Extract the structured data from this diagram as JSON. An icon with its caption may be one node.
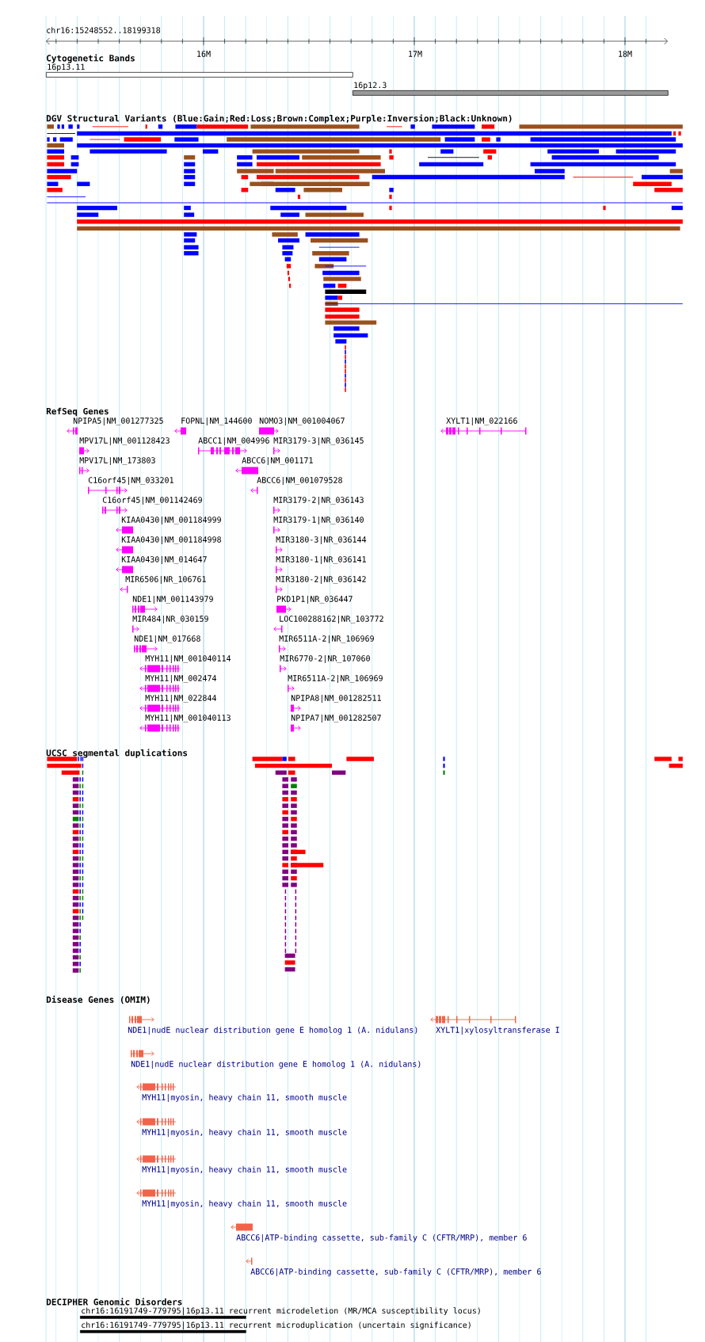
{
  "diagram": {
    "nodes": [
      {
        "text": [
          "16p13.11"
        ]
      },
      {
        "text": [
          "16p12.3"
        ]
      },
      {
        "text": [
          "chr16:16191749-779795|16p13.11 recurrent microdeletion (MR/MCA susceptibility locus)"
        ]
      },
      {
        "text": [
          "chr16:16191749-779795|16p13.11 recurrent microduplication (uncertain significance)"
        ]
      }
    ],
    "labels": [
      "chr16:15248552..18199318",
      "16M",
      "17M",
      "18M",
      "Cytogenetic Bands",
      "DGV Structural Variants (Blue:Gain;Red:Loss;Brown:Complex;Purple:Inversion;Black:Unknown)",
      "RefSeq Genes",
      "NPIPA5|NM_001277325",
      "FOPNL|NM_144600",
      "NOMO3|NM_001004067",
      "XYLT1|NM_022166",
      "MPV17L|NM_001128423",
      "ABCC1|NM_004996",
      "MIR3179-3|NR_036145",
      "MPV17L|NM_173803",
      "ABCC6|NM_001171",
      "C16orf45|NM_033201",
      "ABCC6|NM_001079528",
      "C16orf45|NM_001142469",
      "MIR3179-2|NR_036143",
      "KIAA0430|NM_001184999",
      "MIR3179-1|NR_036140",
      "KIAA0430|NM_001184998",
      "MIR3180-3|NR_036144",
      "KIAA0430|NM_014647",
      "MIR3180-1|NR_036141",
      "MIR6506|NR_106761",
      "MIR3180-2|NR_036142",
      "NDE1|NM_001143979",
      "PKD1P1|NR_036447",
      "MIR484|NR_030159",
      "LOC100288162|NR_103772",
      "NDE1|NM_017668",
      "MIR6511A-2|NR_106969",
      "MYH11|NM_001040114",
      "MIR6770-2|NR_107060",
      "MYH11|NM_002474",
      "MIR6511A-2|NR_106969",
      "MYH11|NM_022844",
      "NPIPA8|NM_001282511",
      "MYH11|NM_001040113",
      "NPIPA7|NM_001282507",
      "UCSC segmental duplications",
      "Disease Genes (OMIM)",
      "NDE1|nudE nuclear distribution gene E homolog 1 (A. nidulans)",
      "XYLT1|xylosyltransferase I",
      "NDE1|nudE nuclear distribution gene E homolog 1 (A. nidulans)",
      "MYH11|myosin, heavy chain 11, smooth muscle",
      "MYH11|myosin, heavy chain 11, smooth muscle",
      "MYH11|myosin, heavy chain 11, smooth muscle",
      "MYH11|myosin, heavy chain 11, smooth muscle",
      "ABCC6|ATP-binding cassette, sub-family C (CFTR/MRP), member 6",
      "ABCC6|ATP-binding cassette, sub-family C (CFTR/MRP), member 6",
      "DECIPHER Genomic Disorders"
    ]
  }
}
